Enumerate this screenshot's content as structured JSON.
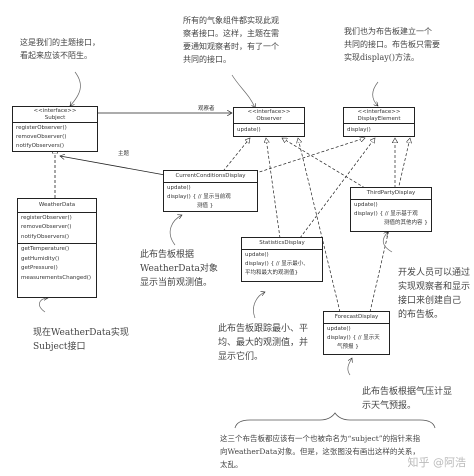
{
  "boxes": {
    "subject": {
      "stereotype": "<<interface>>",
      "name": "Subject",
      "methods": [
        "registerObserver()",
        "removeObserver()",
        "notifyObservers()"
      ]
    },
    "observer": {
      "stereotype": "<<interface>>",
      "name": "Observer",
      "methods": [
        "update()"
      ]
    },
    "display": {
      "stereotype": "<<interface>>",
      "name": "DisplayElement",
      "methods": [
        "display()"
      ]
    },
    "weather": {
      "name": "WeatherData",
      "fields": [
        "registerObserver()",
        "removeObserver()",
        "notifyObservers()"
      ],
      "methods": [
        "getTemperature()",
        "getHumidity()",
        "getPressure()",
        "measurementsChanged()"
      ]
    },
    "current": {
      "name": "CurrentConditionsDisplay",
      "methods": [
        "update()",
        "display() { // 显示当前观",
        "测值 }"
      ]
    },
    "stats": {
      "name": "StatisticsDisplay",
      "methods": [
        "update()",
        "display() { // 显示最小、",
        "平均和最大的观测值}"
      ]
    },
    "third": {
      "name": "ThirdPartyDisplay",
      "methods": [
        "update()",
        "display() { // 显示基于观",
        "测值的其他内容 }"
      ]
    },
    "forecast": {
      "name": "ForecastDisplay",
      "methods": [
        "update()",
        "display() { // 显示天",
        "气预报 }"
      ]
    }
  },
  "labels": {
    "observers": "观察者",
    "subject": "主题"
  },
  "notes": {
    "n1": [
      "这是我们的主题接口，",
      "看起来应该不陌生。"
    ],
    "n2": [
      "所有的气象组件都实现此观",
      "察者接口。这样，主题在需",
      "要通知观察者时，有了一个",
      "共同的接口。"
    ],
    "n3": [
      "我们也为布告板建立一个",
      "共同的接口。布告板只需要",
      "实现display()方法。"
    ],
    "n4": [
      "此布告板根据",
      "WeatherData对象",
      "显示当前观测值。"
    ],
    "n5": [
      "现在WeatherData实现",
      "Subject接口"
    ],
    "n6": [
      "此布告板跟踪最小、平",
      "均、最大的观测值，并",
      "显示它们。"
    ],
    "n7": [
      "开发人员可以通过",
      "实现观察者和显示",
      "接口来创建自己",
      "的布告板。"
    ],
    "n8": [
      "此布告板根据气压计显",
      "示天气预报。"
    ],
    "n9": [
      "这三个布告板都应该有一个也被命名为“subject”的指针来指",
      "向WeatherData对象。但是，这张图没有画出这样的关系，",
      "太乱。"
    ]
  },
  "watermark": "知乎 @阿浩"
}
